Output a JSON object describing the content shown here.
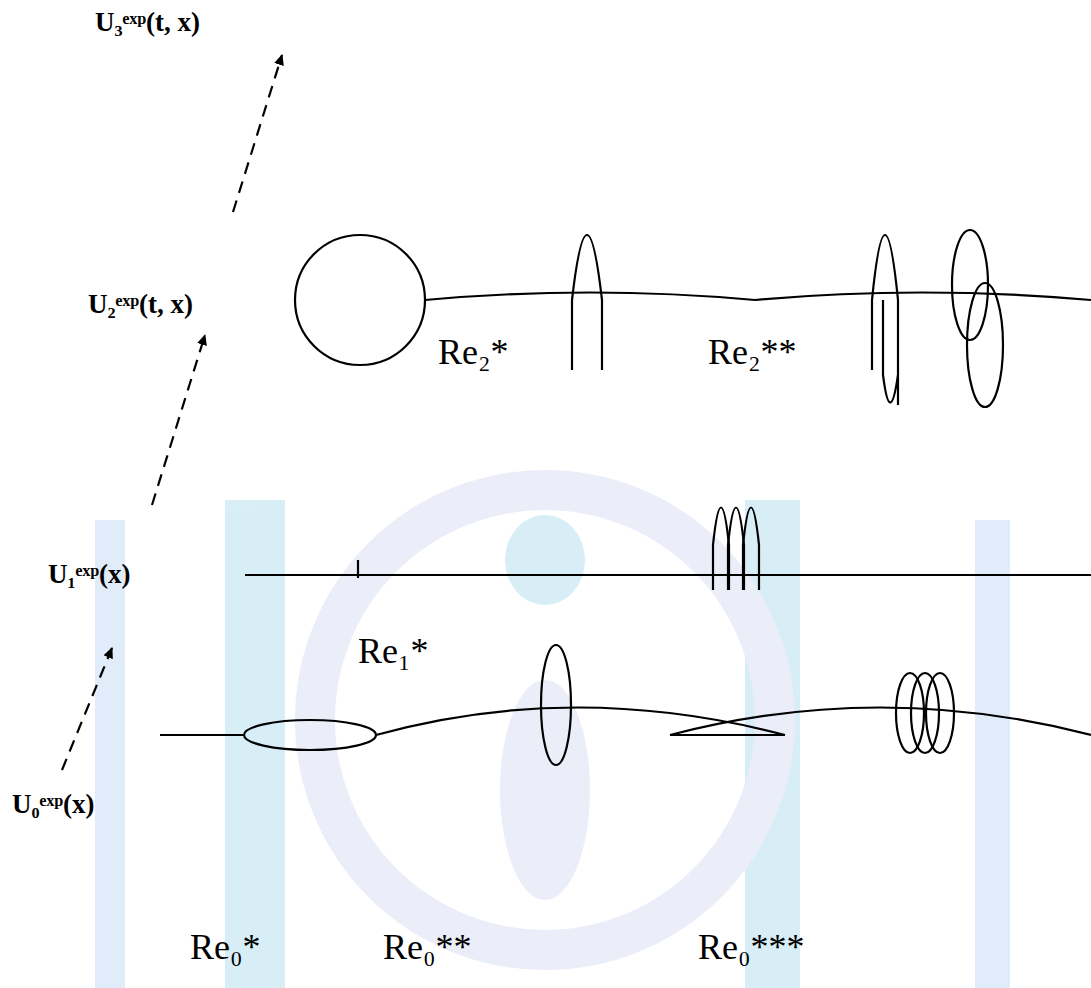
{
  "diagram": {
    "labels": [
      "U₃ᵉˣᵖ(t, x)",
      "U₂ᵉˣᵖ(t, x)",
      "Re₂*",
      "Re₂**",
      "U₁ᵉˣᵖ(x)",
      "Re₁*",
      "U₀ᵉˣᵖ(x)",
      "Re₀*",
      "Re₀**",
      "Re₀***"
    ]
  }
}
